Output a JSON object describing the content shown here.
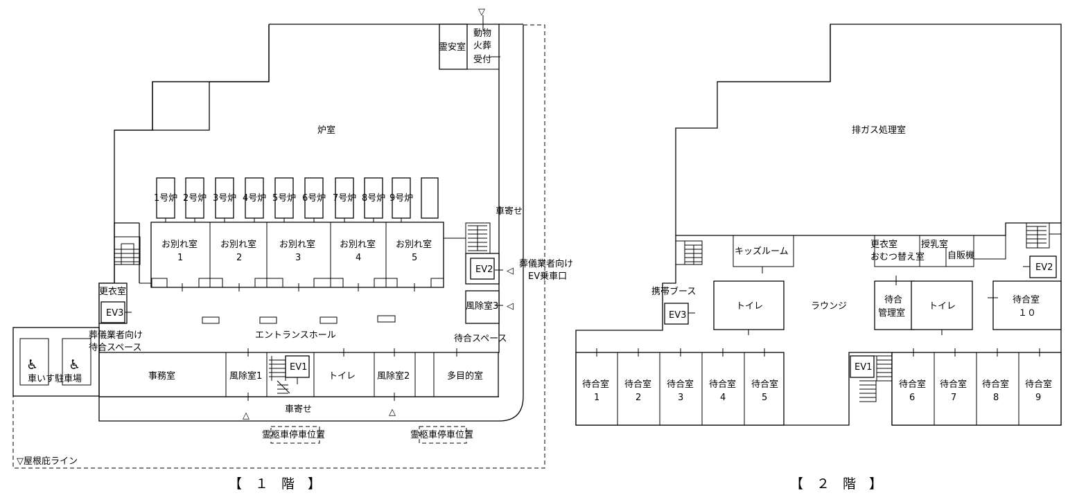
{
  "floor1": {
    "caption": "【　１　階　】",
    "roof_line": "▽屋根庇ライン",
    "kiln_room": "炉室",
    "mortuary": "霊安室",
    "pet_reception": [
      "動物",
      "火葬",
      "受付"
    ],
    "kilns": [
      "1号炉",
      "2号炉",
      "3号炉",
      "4号炉",
      "5号炉",
      "6号炉",
      "7号炉",
      "8号炉",
      "9号炉"
    ],
    "farewell_rooms": [
      {
        "name": "お別れ室",
        "num": "1"
      },
      {
        "name": "お別れ室",
        "num": "2"
      },
      {
        "name": "お別れ室",
        "num": "3"
      },
      {
        "name": "お別れ室",
        "num": "4"
      },
      {
        "name": "お別れ室",
        "num": "5"
      }
    ],
    "carport_upper": "車寄せ",
    "undertaker_ev": [
      "葬儀業者向け",
      "EV乗車口"
    ],
    "ev2": "EV2",
    "windbreak3": "風除室3",
    "changing_room": "更衣室",
    "ev3": "EV3",
    "undertaker_wait": [
      "葬儀業者向け",
      "待合スペース"
    ],
    "entrance_hall": "エントランスホール",
    "waiting_space": "待合スペース",
    "office": "事務室",
    "windbreak1": "風除室1",
    "ev1": "EV1",
    "toilet": "トイレ",
    "windbreak2": "風除室2",
    "multipurpose": "多目的室",
    "wheelchair_parking": "車いす駐車場",
    "wheelchair_icon": "♿",
    "carport_lower": "車寄せ",
    "hearse_stop": [
      "霊柩車停車位置",
      "霊柩車停車位置"
    ]
  },
  "floor2": {
    "caption": "【　２　階　】",
    "exhaust_room": "排ガス処理室",
    "kids_room": "キッズルーム",
    "changing_diaper": [
      "更衣室",
      "おむつ替え室"
    ],
    "nursing": "授乳室",
    "vending": "自販機",
    "ev2": "EV2",
    "phone_booth": "携帯ブース",
    "toilet_left": "トイレ",
    "lounge": "ラウンジ",
    "waiting_mgmt": [
      "待合",
      "管理室"
    ],
    "toilet_right": "トイレ",
    "waiting10": [
      "待合室",
      "１０"
    ],
    "ev3": "EV3",
    "ev1": "EV1",
    "waiting_rooms": [
      {
        "name": "待合室",
        "num": "1"
      },
      {
        "name": "待合室",
        "num": "2"
      },
      {
        "name": "待合室",
        "num": "3"
      },
      {
        "name": "待合室",
        "num": "4"
      },
      {
        "name": "待合室",
        "num": "5"
      },
      {
        "name": "待合室",
        "num": "6"
      },
      {
        "name": "待合室",
        "num": "7"
      },
      {
        "name": "待合室",
        "num": "8"
      },
      {
        "name": "待合室",
        "num": "9"
      }
    ]
  },
  "symbols": {
    "triangle_down": "▽",
    "triangle_up": "△",
    "triangle_left": "◁"
  }
}
